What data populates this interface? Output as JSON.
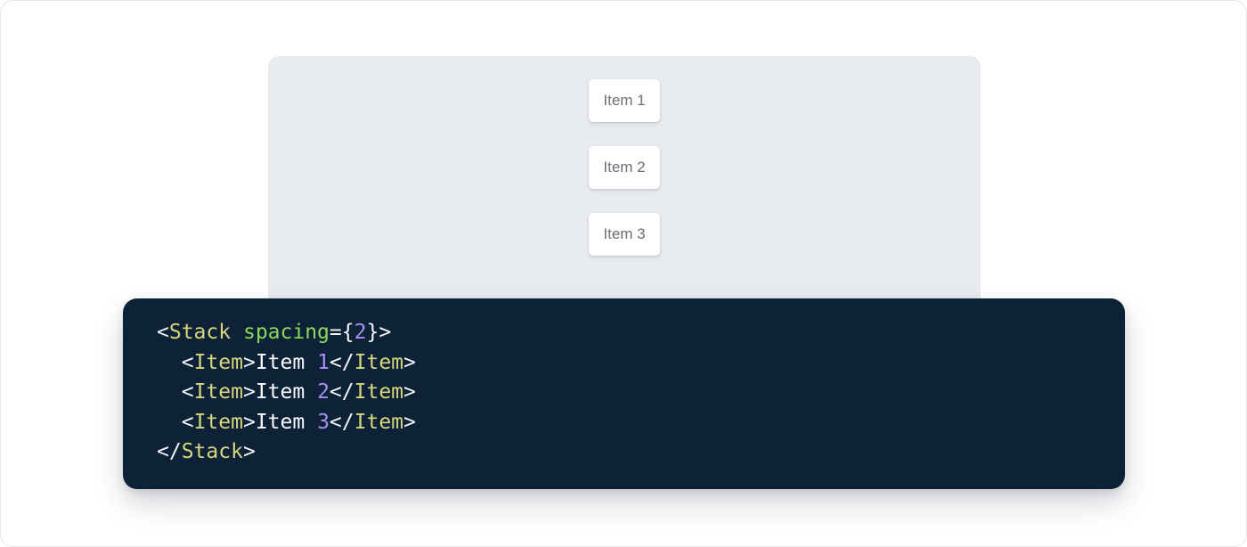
{
  "demo": {
    "items": [
      {
        "label": "Item 1"
      },
      {
        "label": "Item 2"
      },
      {
        "label": "Item 3"
      }
    ]
  },
  "code": {
    "lines": [
      [
        {
          "t": "punct",
          "v": "<"
        },
        {
          "t": "tag",
          "v": "Stack"
        },
        {
          "t": "plain",
          "v": " "
        },
        {
          "t": "attr",
          "v": "spacing"
        },
        {
          "t": "punct",
          "v": "={"
        },
        {
          "t": "num",
          "v": "2"
        },
        {
          "t": "punct",
          "v": "}>"
        }
      ],
      [
        {
          "t": "plain",
          "v": "  "
        },
        {
          "t": "punct",
          "v": "<"
        },
        {
          "t": "tag",
          "v": "Item"
        },
        {
          "t": "punct",
          "v": ">"
        },
        {
          "t": "plain",
          "v": "Item "
        },
        {
          "t": "num",
          "v": "1"
        },
        {
          "t": "punct",
          "v": "</"
        },
        {
          "t": "tag",
          "v": "Item"
        },
        {
          "t": "punct",
          "v": ">"
        }
      ],
      [
        {
          "t": "plain",
          "v": "  "
        },
        {
          "t": "punct",
          "v": "<"
        },
        {
          "t": "tag",
          "v": "Item"
        },
        {
          "t": "punct",
          "v": ">"
        },
        {
          "t": "plain",
          "v": "Item "
        },
        {
          "t": "num",
          "v": "2"
        },
        {
          "t": "punct",
          "v": "</"
        },
        {
          "t": "tag",
          "v": "Item"
        },
        {
          "t": "punct",
          "v": ">"
        }
      ],
      [
        {
          "t": "plain",
          "v": "  "
        },
        {
          "t": "punct",
          "v": "<"
        },
        {
          "t": "tag",
          "v": "Item"
        },
        {
          "t": "punct",
          "v": ">"
        },
        {
          "t": "plain",
          "v": "Item "
        },
        {
          "t": "num",
          "v": "3"
        },
        {
          "t": "punct",
          "v": "</"
        },
        {
          "t": "tag",
          "v": "Item"
        },
        {
          "t": "punct",
          "v": ">"
        }
      ],
      [
        {
          "t": "punct",
          "v": "</"
        },
        {
          "t": "tag",
          "v": "Stack"
        },
        {
          "t": "punct",
          "v": ">"
        }
      ]
    ]
  },
  "colors": {
    "page_bg": "#ffffff",
    "page_border": "#e5e8ec",
    "panel_bg": "#e8ebf0",
    "card_bg": "#ffffff",
    "card_text": "#6b6e73",
    "code_bg": "#0d2137",
    "tok_punct": "#f4f7fb",
    "tok_tag": "#d6d67d",
    "tok_attr": "#8cd85a",
    "tok_num": "#a98ff2",
    "tok_plain": "#fafcff"
  }
}
